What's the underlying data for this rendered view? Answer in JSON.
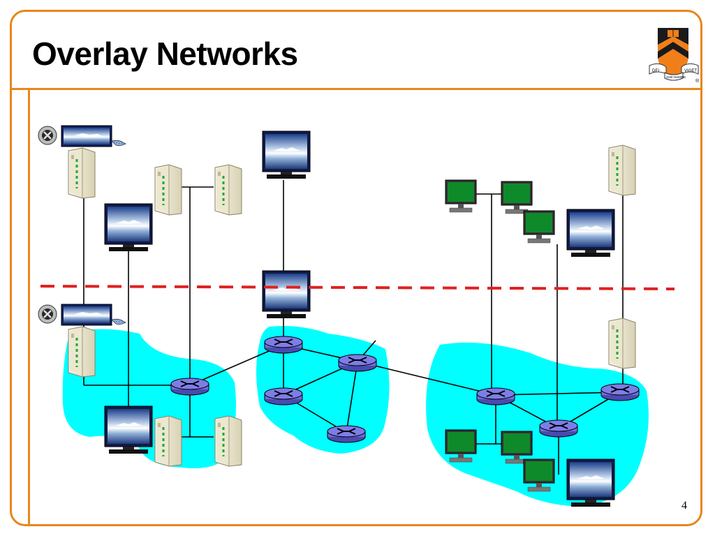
{
  "slide": {
    "title": "Overlay Networks",
    "page_number": "4"
  },
  "logo": {
    "motto_left": "DEI",
    "motto_center": "SUB NUMINE",
    "motto_right": "VIGET",
    "registered_mark": "®"
  },
  "colors": {
    "frame": "#e8861c",
    "cloud": "#00ffff",
    "router": "#6f6fdc",
    "overlay_line": "#e02020",
    "host_green": "#0f8a2a"
  },
  "icons": {
    "router": "router-icon",
    "server": "server-tower-icon",
    "monitor": "monitor-icon",
    "green_pc": "desktop-computer-icon",
    "media": "film-reel-icon"
  }
}
